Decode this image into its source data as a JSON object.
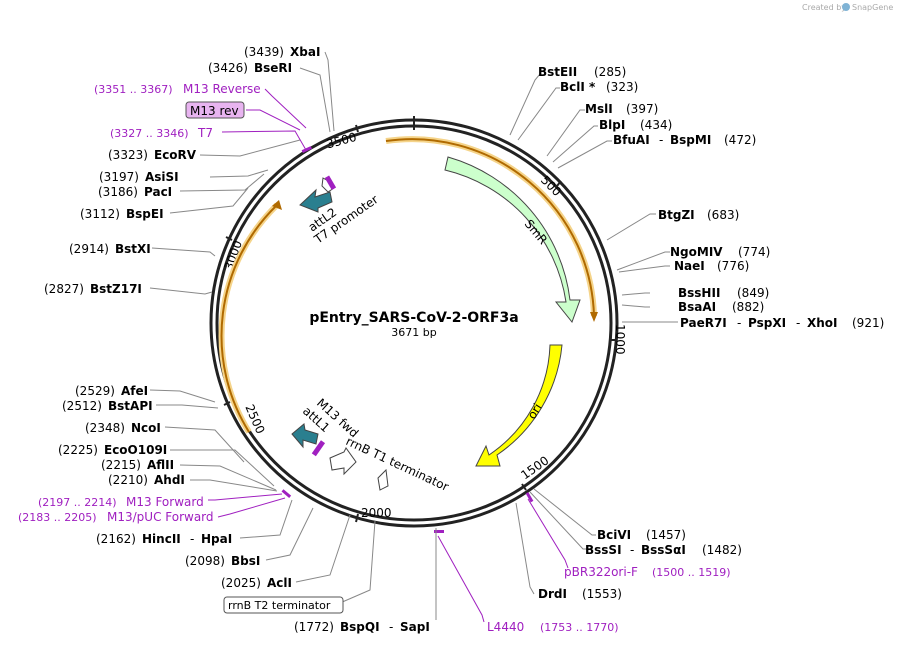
{
  "watermark": {
    "created_by": "Created by",
    "brand": "SnapGene"
  },
  "plasmid": {
    "name": "pEntry_SARS-CoV-2-ORF3a",
    "length": "3671 bp"
  },
  "ticks": [
    "500",
    "1000",
    "1500",
    "2000",
    "2500",
    "3000",
    "3500"
  ],
  "features": {
    "smr": "SmR",
    "ori": "ori",
    "attl2": "attL2",
    "t7_promoter": "T7 promoter",
    "m13_fwd": "M13 fwd",
    "attl1": "attL1",
    "rrnb_t1": "rrnB T1 terminator"
  },
  "sites_right": [
    {
      "name": "BstEII",
      "pos": "(285)"
    },
    {
      "name": "BclI *",
      "pos": "(323)"
    },
    {
      "name": "MslI",
      "pos": "(397)"
    },
    {
      "name": "BlpI",
      "pos": "(434)"
    },
    {
      "name": "BfuAI",
      "sep": "-",
      "name2": "BspMI",
      "pos": "(472)"
    },
    {
      "name": "BtgZI",
      "pos": "(683)"
    },
    {
      "name": "NgoMIV",
      "pos": "(774)"
    },
    {
      "name": "NaeI",
      "pos": "(776)"
    },
    {
      "name": "BssHII",
      "pos": "(849)"
    },
    {
      "name": "BsaAI",
      "pos": "(882)"
    },
    {
      "name": "PaeR7I",
      "sep": "-",
      "name2": "PspXI",
      "sep2": "-",
      "name3": "XhoI",
      "pos": "(921)"
    },
    {
      "name": "BciVI",
      "pos": "(1457)"
    },
    {
      "name": "BssSI",
      "sep": "-",
      "name2": "BssSαI",
      "pos": "(1482)"
    },
    {
      "name": "DrdI",
      "pos": "(1553)"
    }
  ],
  "primers_right": [
    {
      "name": "pBR322ori-F",
      "range": "(1500 .. 1519)"
    },
    {
      "name": "L4440",
      "range": "(1753 .. 1770)"
    }
  ],
  "bottom": [
    {
      "name": "BspQI",
      "sep": "-",
      "name2": "SapI",
      "pos": "(1772)"
    }
  ],
  "sites_left": [
    {
      "name": "XbaI",
      "pos": "(3439)"
    },
    {
      "name": "BseRI",
      "pos": "(3426)"
    },
    {
      "name": "EcoRV",
      "pos": "(3323)"
    },
    {
      "name": "AsiSI",
      "pos": "(3197)"
    },
    {
      "name": "PacI",
      "pos": "(3186)"
    },
    {
      "name": "BspEI",
      "pos": "(3112)"
    },
    {
      "name": "BstXI",
      "pos": "(2914)"
    },
    {
      "name": "BstZ17I",
      "pos": "(2827)"
    },
    {
      "name": "AfeI",
      "pos": "(2529)"
    },
    {
      "name": "BstAPI",
      "pos": "(2512)"
    },
    {
      "name": "NcoI",
      "pos": "(2348)"
    },
    {
      "name": "EcoO109I",
      "pos": "(2225)"
    },
    {
      "name": "AflII",
      "pos": "(2215)"
    },
    {
      "name": "AhdI",
      "pos": "(2210)"
    },
    {
      "name": "HincII",
      "sep": "-",
      "name2": "HpaI",
      "pos": "(2162)"
    },
    {
      "name": "BbsI",
      "pos": "(2098)"
    },
    {
      "name": "AclI",
      "pos": "(2025)"
    }
  ],
  "primers_left": [
    {
      "name": "M13 Reverse",
      "range": "(3351 .. 3367)"
    },
    {
      "name": "M13 rev"
    },
    {
      "name": "T7",
      "range": "(3327 .. 3346)"
    },
    {
      "name": "M13 Forward",
      "range": "(2197 .. 2214)"
    },
    {
      "name": "M13/pUC Forward",
      "range": "(2183 .. 2205)"
    }
  ],
  "boxed": {
    "rrnb_t2": "rrnB T2 terminator"
  },
  "colors": {
    "primer": "#a020c0",
    "orf": "#f0a830",
    "smr_fill": "#ccffcc",
    "ori_fill": "#ffff00",
    "att_fill": "#2a7f8f"
  }
}
